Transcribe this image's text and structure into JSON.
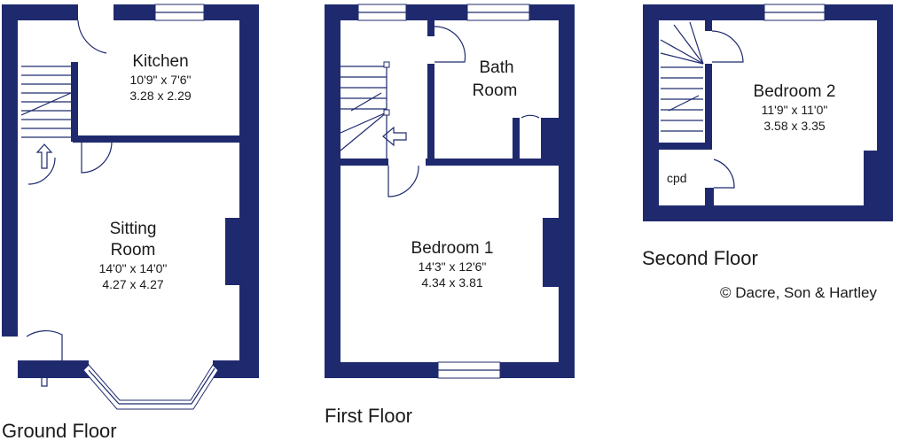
{
  "ground_floor": {
    "title": "Ground Floor",
    "kitchen": {
      "name": "Kitchen",
      "imperial": "10'9\"  x  7'6\"",
      "metric": "3.28  x  2.29"
    },
    "sitting_room": {
      "name_line1": "Sitting",
      "name_line2": "Room",
      "imperial": "14'0\"  x  14'0\"",
      "metric": "4.27  x  4.27"
    }
  },
  "first_floor": {
    "title": "First Floor",
    "bath_room": {
      "name_line1": "Bath",
      "name_line2": "Room"
    },
    "bedroom1": {
      "name": "Bedroom 1",
      "imperial": "14'3\"  x  12'6\"",
      "metric": "4.34  x  3.81"
    }
  },
  "second_floor": {
    "title": "Second Floor",
    "bedroom2": {
      "name": "Bedroom 2",
      "imperial": "11'9\"  x  11'0\"",
      "metric": "3.58  x  3.35"
    },
    "cupboard": "cpd"
  },
  "copyright": "© Dacre, Son & Hartley",
  "colors": {
    "wall": "#1f2a6e",
    "background": "#ffffff"
  }
}
